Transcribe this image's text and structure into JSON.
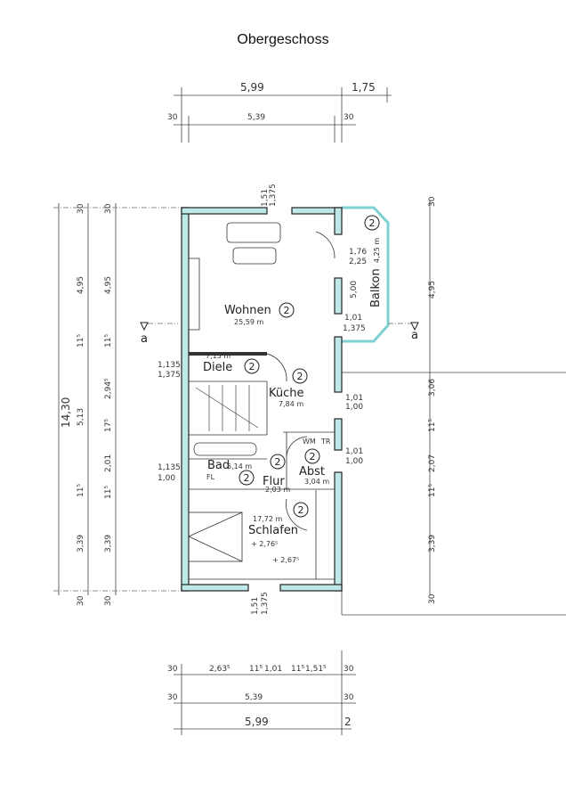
{
  "title": "Obergeschoss",
  "colors": {
    "wall_fill": "#bfe9e8",
    "line": "#222222"
  },
  "rooms": [
    {
      "name": "Wohnen",
      "area": "25,59 m",
      "number": "2"
    },
    {
      "name": "Diele",
      "area": "7,13 m",
      "number": "2"
    },
    {
      "name": "Küche",
      "area": "7,84 m",
      "number": "2"
    },
    {
      "name": "Bad",
      "area": "5,14 m",
      "number": "2"
    },
    {
      "name": "Flur",
      "area": "2,03 m",
      "number": "2"
    },
    {
      "name": "Abst",
      "area": "3,04 m",
      "number": "2"
    },
    {
      "name": "Schlafen",
      "area": "17,72 m",
      "number": "2"
    },
    {
      "name": "Balkon",
      "area": "4,25 m",
      "number": "2"
    }
  ],
  "fixtures": {
    "wm": "WM",
    "tr": "TR",
    "fl": "FL"
  },
  "levels": [
    "+ 2,76⁵",
    "+ 2,67⁵"
  ],
  "section_marker": "a",
  "openings": {
    "top_window": [
      "1,51",
      "1,375"
    ],
    "balcony_door": [
      "1,76",
      "2,25"
    ],
    "balcony_width": "5,00",
    "wohnen_window": [
      "1,01",
      "1,375"
    ],
    "kueche_window": [
      "1,01",
      "1,00"
    ],
    "abst_window": [
      "1,01",
      "1,00"
    ],
    "diele_window": [
      "1,135",
      "1,375"
    ],
    "bad_window": [
      "1,135",
      "1,00"
    ],
    "bottom_window": [
      "1,51",
      "1,375"
    ]
  },
  "dimensions": {
    "top_outer": [
      "5,99",
      "1,75"
    ],
    "top_inner": [
      "30",
      "5,39",
      "30"
    ],
    "left_total": "14,30",
    "left_mid": [
      "30",
      "4,95",
      "11⁵",
      "5,13",
      "11⁵",
      "3,39",
      "30"
    ],
    "left_inner": [
      "30",
      "4,95",
      "11⁵",
      "2,94⁵",
      "17⁵",
      "2,01",
      "11⁵",
      "3,39",
      "30"
    ],
    "right": [
      "30",
      "4,95",
      "3,06",
      "11⁵",
      "2,07",
      "11⁵",
      "3,39",
      "30"
    ],
    "bottom_inner": [
      "30",
      "2,63⁵",
      "11⁵",
      "1,01",
      "11⁵",
      "1,51⁵",
      "30"
    ],
    "bottom_mid": [
      "30",
      "5,39",
      "30"
    ],
    "bottom_outer": [
      "5,99",
      "2"
    ]
  }
}
